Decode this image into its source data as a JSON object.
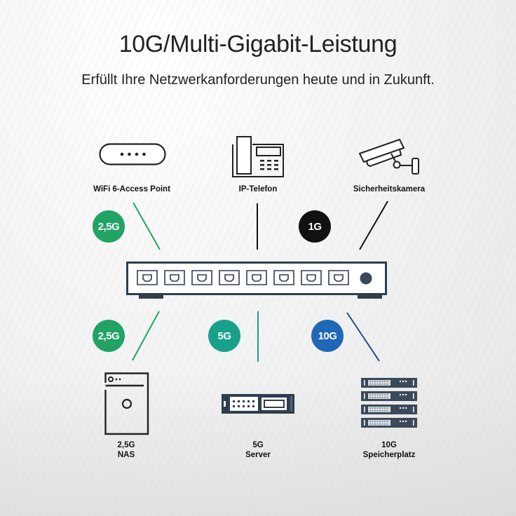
{
  "header": {
    "title": "10G/Multi-Gigabit-Leistung",
    "subtitle": "Erfüllt Ihre Netzwerkanforderungen heute und in Zukunft."
  },
  "top_devices": [
    {
      "label": "WiFi 6-Access Point",
      "icon": "access-point-icon",
      "speed": "2,5G",
      "badge_color": "#21a366",
      "line_color": "#21a366"
    },
    {
      "label": "IP-Telefon",
      "icon": "ip-phone-icon",
      "speed": "",
      "line_color": "#111111"
    },
    {
      "label": "Sicherheitskamera",
      "icon": "security-camera-icon",
      "speed": "1G",
      "badge_color": "#111111",
      "line_color": "#111111"
    }
  ],
  "switch": {
    "icon": "network-switch-icon",
    "ports": 8
  },
  "bottom_devices": [
    {
      "label_line1": "2,5G",
      "label_line2": "NAS",
      "icon": "nas-icon",
      "speed": "2,5G",
      "badge_color": "#21a366",
      "line_color": "#21a366"
    },
    {
      "label_line1": "5G",
      "label_line2": "Server",
      "icon": "server-icon",
      "speed": "5G",
      "badge_color": "#18a08a",
      "line_color": "#18a08a"
    },
    {
      "label_line1": "10G",
      "label_line2": "Speicherplatz",
      "icon": "storage-rack-icon",
      "speed": "10G",
      "badge_color": "#1f68b8",
      "line_color": "#1f4f8a"
    }
  ]
}
